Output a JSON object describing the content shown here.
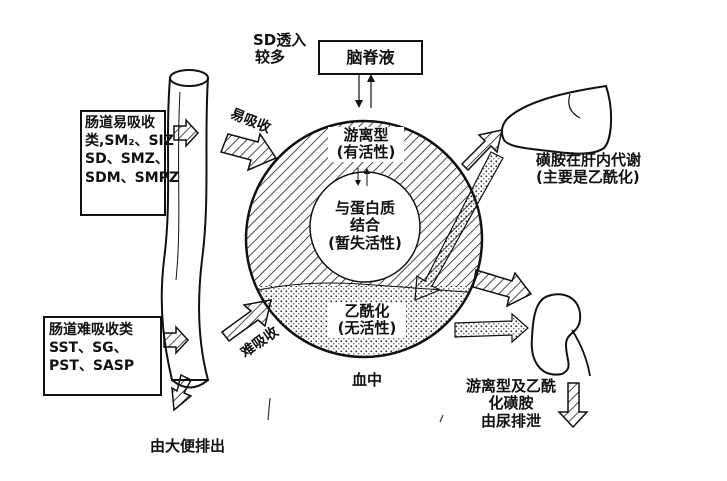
{
  "top_note": {
    "line1": "SD透入",
    "line2": "较多"
  },
  "csf_label": "脑脊液",
  "easy_box": {
    "line1": "肠道易吸收",
    "line2": "类,SM₂、SIZ",
    "line3": "SD、SMZ、",
    "line4": "SDM、SMPZ"
  },
  "hard_box": {
    "line1": "肠道难吸收类",
    "line2": "SST、SG、",
    "line3": "PST、SASP"
  },
  "easy_absorb_label": "易吸收",
  "hard_absorb_label": "难吸收",
  "free_form": {
    "line1": "游离型",
    "line2": "(有活性)"
  },
  "protein_bound": {
    "line1": "与蛋白质",
    "line2": "结合",
    "line3": "(暂失活性)"
  },
  "acetylated": {
    "line1": "乙酰化",
    "line2": "(无活性)"
  },
  "blood_label": "血中",
  "liver_note": {
    "line1": "磺胺在肝内代谢",
    "line2": "(主要是乙酰化)"
  },
  "urine_note": {
    "line1": "游离型及乙酰",
    "line2": "化磺胺",
    "line3": "由尿排泄"
  },
  "feces_label": "由大便排出",
  "icons": [
    "intestine-tube-icon",
    "liver-icon",
    "kidney-icon",
    "hatched-arrow-icon",
    "dotted-arrow-icon"
  ]
}
